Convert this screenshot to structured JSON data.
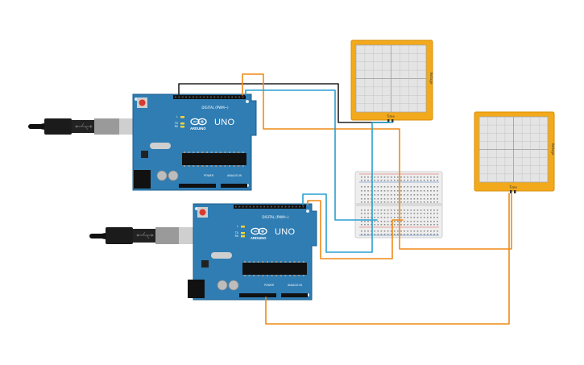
{
  "colors": {
    "board": "#2f7db3",
    "board_dark": "#1f5f8c",
    "oscilloscope_frame": "#f2a91b",
    "oscilloscope_screen": "#e4e4e4",
    "wire_orange": "#ef8a17",
    "wire_blue": "#2a9fd0",
    "wire_black": "#222222",
    "breadboard": "#ededed"
  },
  "boards": [
    {
      "brand": "ARDUINO",
      "model": "UNO",
      "header_digital": "DIGITAL (PWM~)",
      "header_power": "POWER",
      "header_analog": "ANALOG IN",
      "leds": [
        "L",
        "TX",
        "RX"
      ],
      "reset_icon": "reset-button-icon",
      "usb_icon": "usb-cable-icon"
    },
    {
      "brand": "ARDUINO",
      "model": "UNO",
      "header_digital": "DIGITAL (PWM~)",
      "header_power": "POWER",
      "header_analog": "ANALOG IN",
      "leds": [
        "L",
        "TX",
        "RX"
      ],
      "reset_icon": "reset-button-icon",
      "usb_icon": "usb-cable-icon"
    }
  ],
  "oscilloscopes": [
    {
      "x_axis_label": "Time",
      "y_axis_label": "Voltage"
    },
    {
      "x_axis_label": "Time",
      "y_axis_label": "Voltage"
    }
  ],
  "breadboard": {
    "label": ""
  }
}
